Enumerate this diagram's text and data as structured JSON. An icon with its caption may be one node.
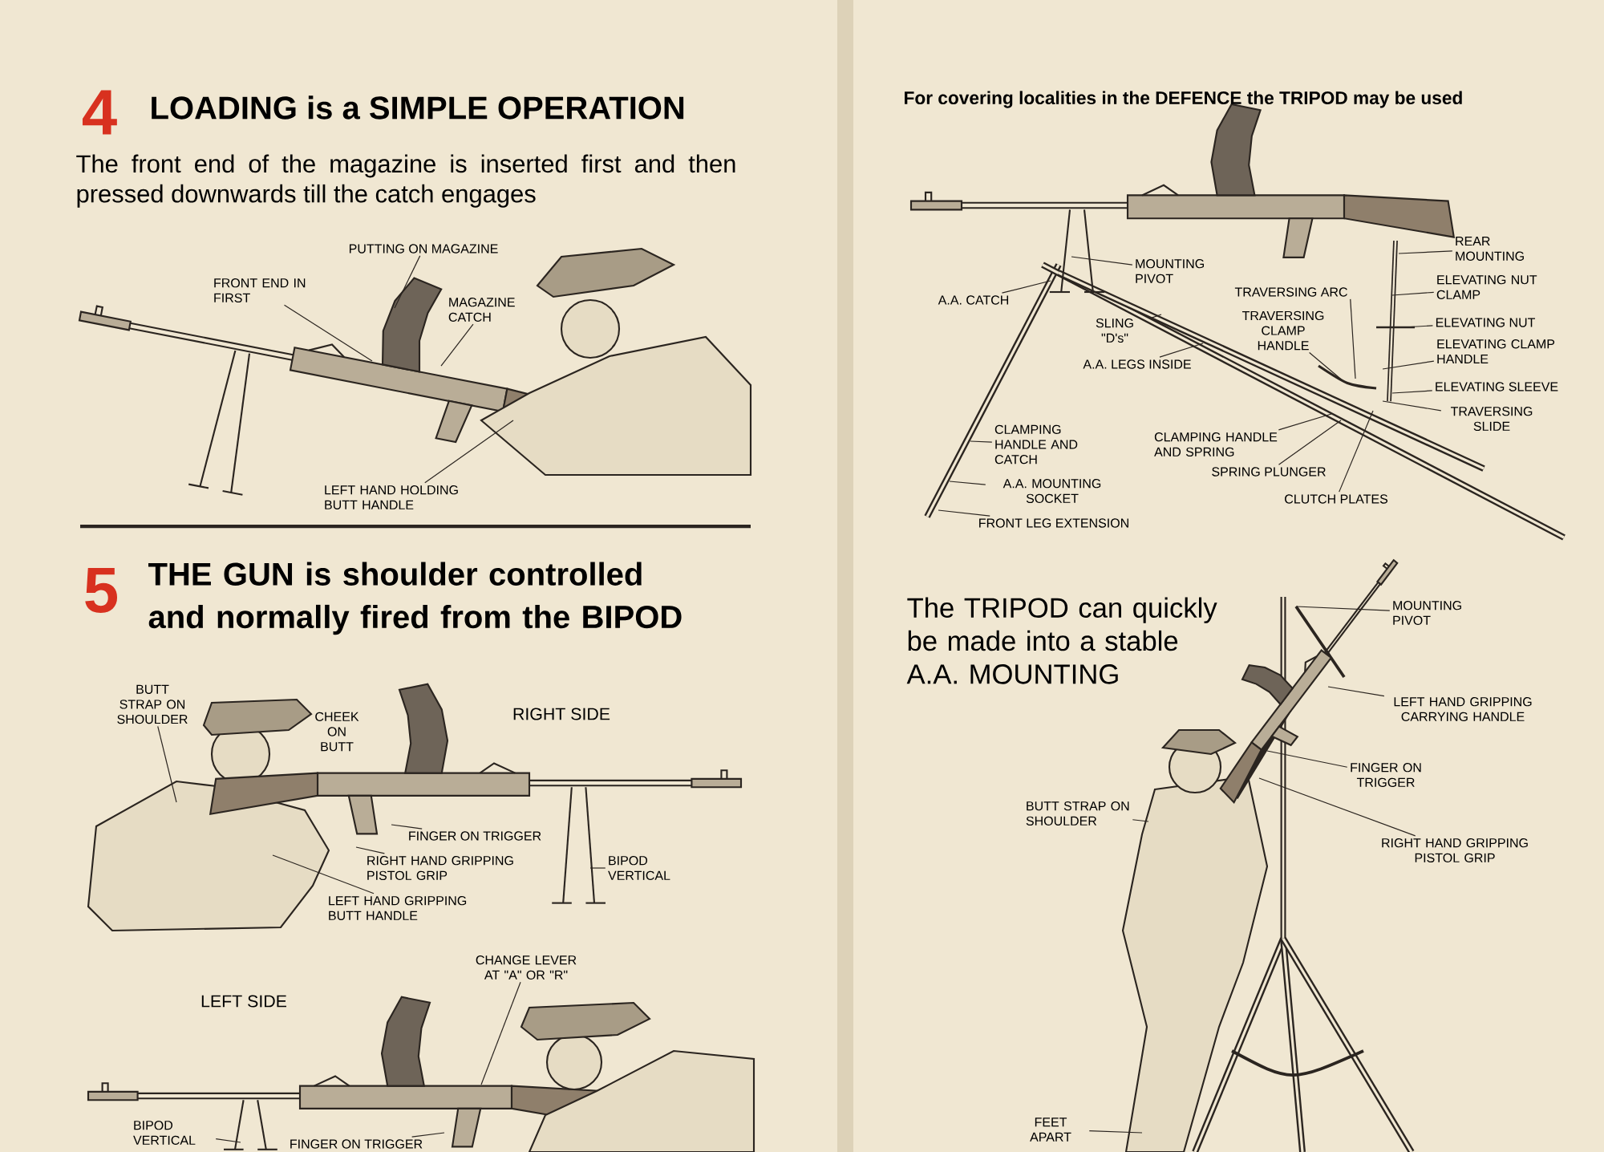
{
  "diagram": {
    "nodes": [
      {
        "text": [
          "PUTTING ON MAGAZINE"
        ]
      },
      {
        "text": [
          "FRONT END IN FIRST"
        ]
      },
      {
        "text": [
          "MAGAZINE CATCH"
        ]
      },
      {
        "text": [
          "LEFT HAND HOLDING BUTT HANDLE"
        ]
      },
      {
        "text": [
          "BUTT STRAP ON SHOULDER"
        ]
      },
      {
        "text": [
          "FINGER ON TRIGGER"
        ]
      },
      {
        "text": [
          "RIGHT HAND GRIPPING PISTOL GRIP"
        ]
      },
      {
        "text": [
          "LEFT HAND GRIPPING BUTT HANDLE"
        ]
      },
      {
        "text": [
          "BIPOD VERTICAL"
        ]
      },
      {
        "text": [
          "CHANGE LEVER AT \"A\" OR \"R\""
        ]
      },
      {
        "text": [
          "BIPOD VERTICAL"
        ]
      },
      {
        "text": [
          "FINGER ON TRIGGER"
        ]
      },
      {
        "text": [
          "MOUNTING PIVOT"
        ]
      },
      {
        "text": [
          "A.A. CATCH"
        ]
      },
      {
        "text": [
          "SLING \"D's\""
        ]
      },
      {
        "text": [
          "A.A. LEGS INSIDE"
        ]
      },
      {
        "text": [
          "TRAVERSING ARC"
        ]
      },
      {
        "text": [
          "TRAVERSING CLAMP HANDLE"
        ]
      },
      {
        "text": [
          "REAR MOUNTING"
        ]
      },
      {
        "text": [
          "ELEVATING NUT CLAMP"
        ]
      },
      {
        "text": [
          "ELEVATING NUT"
        ]
      },
      {
        "text": [
          "ELEVATING CLAMP HANDLE"
        ]
      },
      {
        "text": [
          "ELEVATING SLEEVE"
        ]
      },
      {
        "text": [
          "TRAVERSING SLIDE"
        ]
      },
      {
        "text": [
          "CLAMPING HANDLE AND CATCH"
        ]
      },
      {
        "text": [
          "A.A. MOUNTING SOCKET"
        ]
      },
      {
        "text": [
          "FRONT LEG EXTENSION"
        ]
      },
      {
        "text": [
          "CLAMPING HANDLE AND SPRING"
        ]
      },
      {
        "text": [
          "SPRING PLUNGER"
        ]
      },
      {
        "text": [
          "CLUTCH PLATES"
        ]
      },
      {
        "text": [
          "MOUNTING PIVOT"
        ]
      },
      {
        "text": [
          "LEFT HAND GRIPPING CARRYING HANDLE"
        ]
      },
      {
        "text": [
          "FINGER ON TRIGGER"
        ]
      },
      {
        "text": [
          "BUTT STRAP ON SHOULDER"
        ]
      },
      {
        "text": [
          "RIGHT HAND GRIPPING PISTOL GRIP"
        ]
      },
      {
        "text": [
          "FEET APART"
        ]
      }
    ],
    "edges": [
      {
        "from": 0,
        "to": null,
        "arrow": "none"
      },
      {
        "from": 1,
        "to": null,
        "arrow": "none"
      },
      {
        "from": 2,
        "to": null,
        "arrow": "none"
      },
      {
        "from": 3,
        "to": null,
        "arrow": "none"
      },
      {
        "from": 4,
        "to": null,
        "arrow": "none"
      },
      {
        "from": 5,
        "to": null,
        "arrow": "none"
      },
      {
        "from": 6,
        "to": null,
        "arrow": "none"
      },
      {
        "from": 7,
        "to": null,
        "arrow": "none"
      },
      {
        "from": 8,
        "to": null,
        "arrow": "none"
      },
      {
        "from": 9,
        "to": null,
        "arrow": "none"
      },
      {
        "from": 10,
        "to": null,
        "arrow": "none"
      },
      {
        "from": 11,
        "to": null,
        "arrow": "none"
      },
      {
        "from": 12,
        "to": null,
        "arrow": "none"
      },
      {
        "from": 13,
        "to": null,
        "arrow": "none"
      },
      {
        "from": 14,
        "to": null,
        "arrow": "none"
      },
      {
        "from": 15,
        "to": null,
        "arrow": "none"
      },
      {
        "from": 16,
        "to": null,
        "arrow": "none"
      },
      {
        "from": 17,
        "to": null,
        "arrow": "none"
      },
      {
        "from": 18,
        "to": null,
        "arrow": "none"
      },
      {
        "from": 19,
        "to": null,
        "arrow": "none"
      },
      {
        "from": 20,
        "to": null,
        "arrow": "none"
      },
      {
        "from": 21,
        "to": null,
        "arrow": "none"
      },
      {
        "from": 22,
        "to": null,
        "arrow": "none"
      },
      {
        "from": 23,
        "to": null,
        "arrow": "none"
      },
      {
        "from": 24,
        "to": null,
        "arrow": "none"
      },
      {
        "from": 25,
        "to": null,
        "arrow": "none"
      },
      {
        "from": 26,
        "to": null,
        "arrow": "none"
      },
      {
        "from": 27,
        "to": null,
        "arrow": "none"
      },
      {
        "from": 28,
        "to": null,
        "arrow": "none"
      },
      {
        "from": 29,
        "to": null,
        "arrow": "none"
      },
      {
        "from": 30,
        "to": null,
        "arrow": "none"
      },
      {
        "from": 31,
        "to": null,
        "arrow": "none"
      },
      {
        "from": 32,
        "to": null,
        "arrow": "none"
      },
      {
        "from": 33,
        "to": null,
        "arrow": "none"
      },
      {
        "from": 34,
        "to": null,
        "arrow": "none"
      },
      {
        "from": 35,
        "to": null,
        "arrow": "none"
      }
    ],
    "labels": [
      "4",
      "LOADING is a SIMPLE OPERATION",
      "The front end of the magazine is inserted first and then pressed downwards till the catch engages",
      "5",
      "THE GUN is shoulder controlled and normally fired from the BIPOD",
      "CHEEK ON BUTT",
      "RIGHT SIDE",
      "LEFT SIDE",
      "For covering localities in the DEFENCE the TRIPOD may be used",
      "The TRIPOD can quickly be made into a stable A.A. MOUNTING"
    ]
  }
}
